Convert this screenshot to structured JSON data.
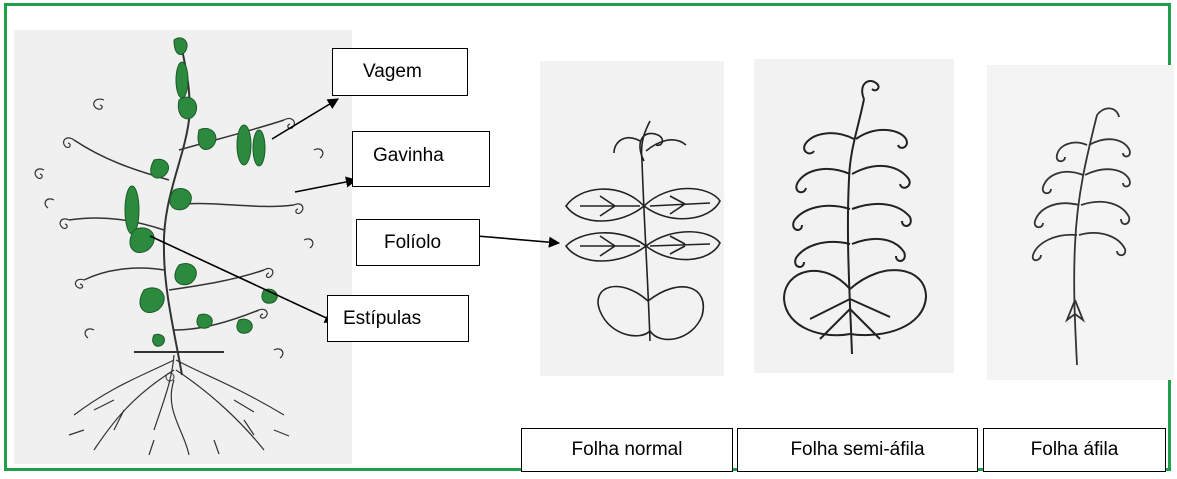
{
  "plant_labels": {
    "vagem": "Vagem",
    "gavinha": "Gavinha",
    "foliolo": "Folíolo",
    "estipulas": "Estípulas"
  },
  "leaf_types": [
    {
      "label": "Folha normal"
    },
    {
      "label": "Folha semi-áfila"
    },
    {
      "label": "Folha áfila"
    }
  ],
  "colors": {
    "frame": "#1ea04a",
    "plant_green": "#2b8a3e",
    "panel_background": "#f0f0f0"
  }
}
